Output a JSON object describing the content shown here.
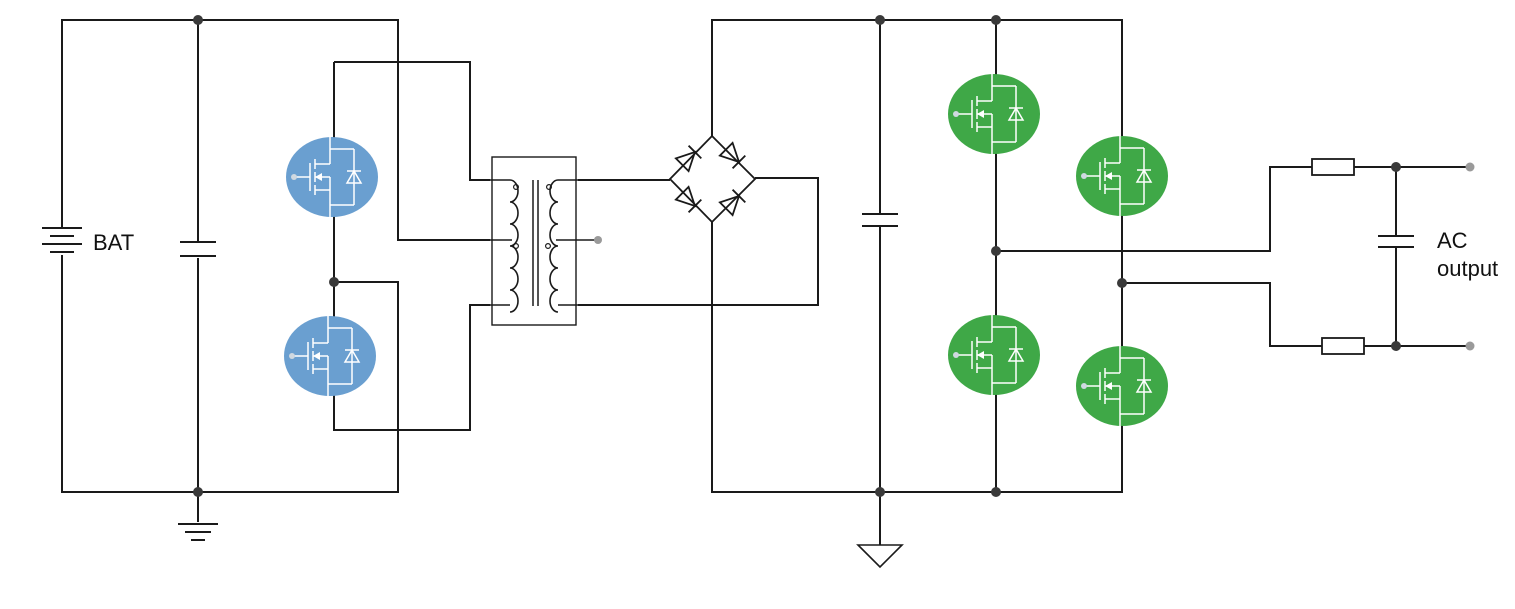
{
  "labels": {
    "battery": "BAT",
    "ac_output_line1": "AC",
    "ac_output_line2": "output"
  },
  "colors": {
    "wire": "#1a1a1a",
    "junction": "#3a3a3a",
    "terminal": "#9a9a9a",
    "primary_mosfet": "#6a9fd0",
    "inverter_mosfet": "#3fa847",
    "symbol_stroke": "#ffffff"
  },
  "icons": [
    "battery-icon",
    "capacitor-icon",
    "mosfet-icon",
    "transformer-icon",
    "bridge-rectifier-icon",
    "diode-icon",
    "resistor-icon",
    "ground-icon",
    "chassis-ground-icon",
    "terminal-icon"
  ]
}
